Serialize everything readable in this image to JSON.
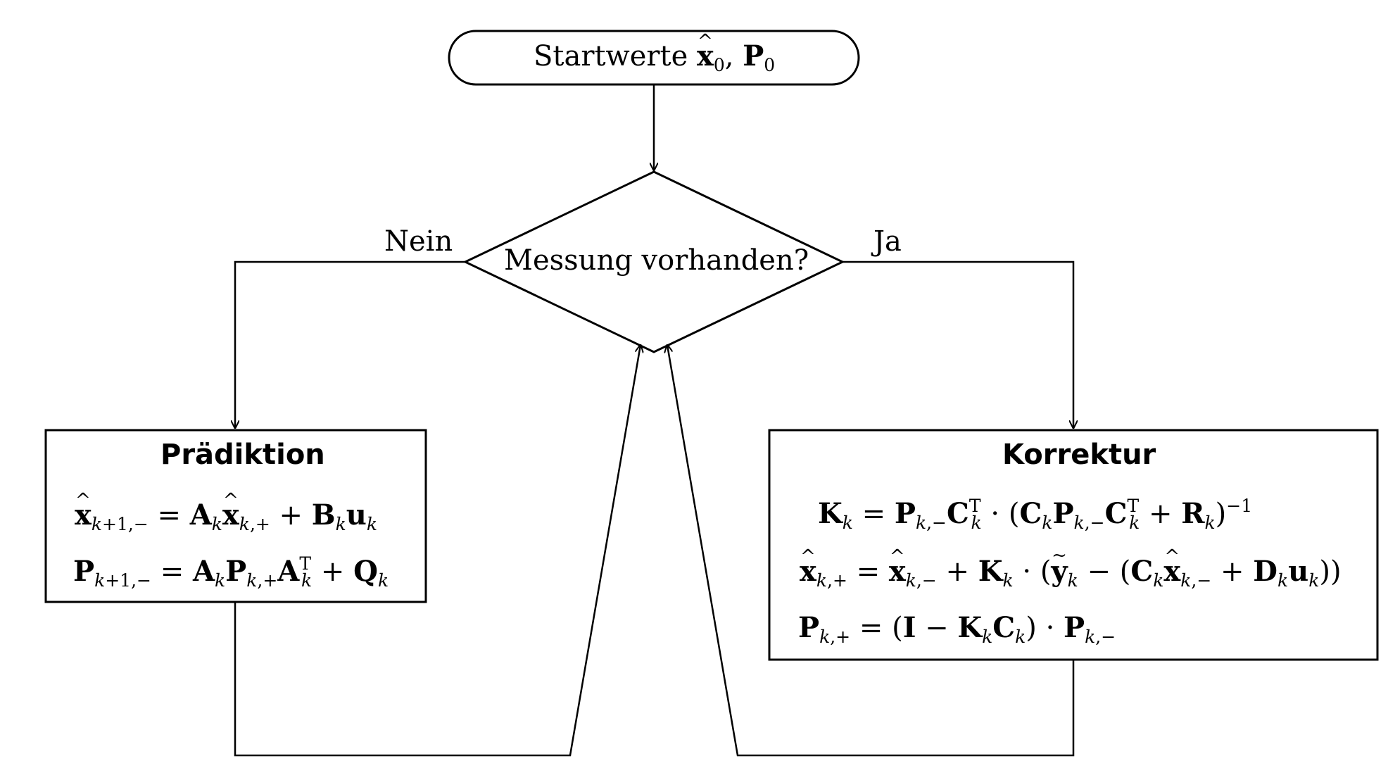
{
  "start": {
    "label": "Startwerte ",
    "x_symbol": "x",
    "x_sub": "0",
    "separator": ", ",
    "p_symbol": "P",
    "p_sub": "0"
  },
  "decision": {
    "label": "Messung vorhanden?",
    "no_label": "Nein",
    "yes_label": "Ja"
  },
  "prediction": {
    "title": "Prädiktion"
  },
  "correction": {
    "title": "Korrektur"
  },
  "colors": {
    "line": "#000000",
    "background": "#ffffff"
  }
}
